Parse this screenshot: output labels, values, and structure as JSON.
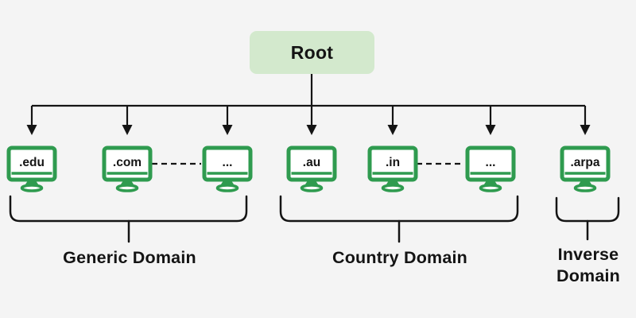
{
  "root": {
    "label": "Root"
  },
  "nodes": [
    {
      "label": ".edu"
    },
    {
      "label": ".com"
    },
    {
      "label": "..."
    },
    {
      "label": ".au"
    },
    {
      "label": ".in"
    },
    {
      "label": "..."
    },
    {
      "label": ".arpa"
    }
  ],
  "groups": [
    {
      "label": "Generic Domain",
      "members": [
        ".edu",
        ".com",
        "..."
      ]
    },
    {
      "label": "Country Domain",
      "members": [
        ".au",
        ".in",
        "..."
      ]
    },
    {
      "label": "Inverse Domain",
      "members": [
        ".arpa"
      ]
    }
  ],
  "icons": {
    "node_icon": "monitor-icon"
  },
  "colors": {
    "background": "#f4f4f4",
    "monitor_green": "#2f9b4f",
    "root_fill": "#d3e9cd",
    "line_color": "#141414",
    "text_color": "#141414"
  }
}
